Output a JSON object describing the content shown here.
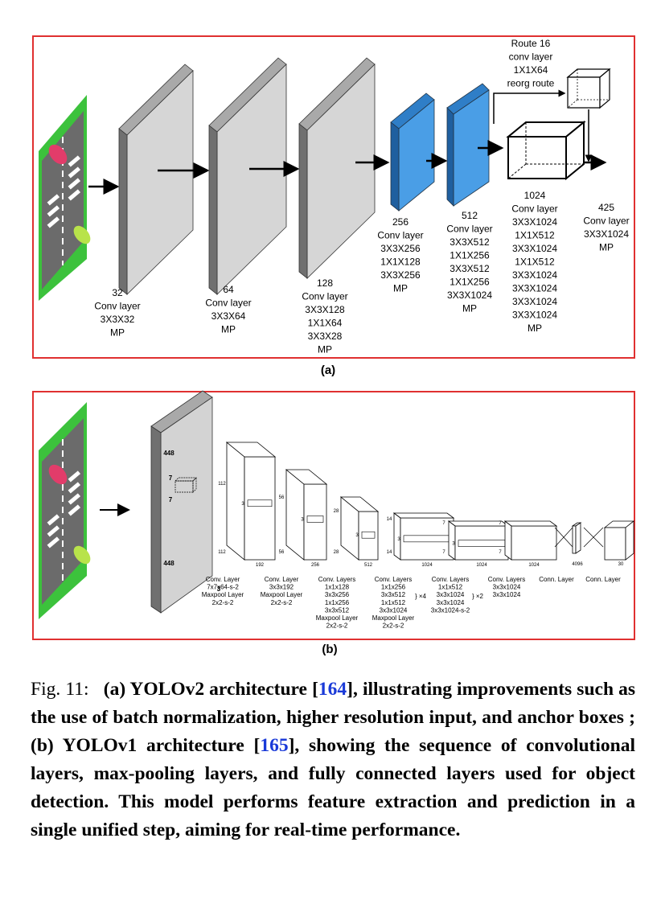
{
  "panel_a": {
    "label": "(a)",
    "layers": [
      {
        "lines": [
          "32",
          "Conv layer",
          "3X3X32",
          "MP"
        ]
      },
      {
        "lines": [
          "64",
          "Conv layer",
          "3X3X64",
          "MP"
        ]
      },
      {
        "lines": [
          "128",
          "Conv layer",
          "3X3X128",
          "1X1X64",
          "3X3X28",
          "MP"
        ]
      },
      {
        "lines": [
          "256",
          "Conv layer",
          "3X3X256",
          "1X1X128",
          "3X3X256",
          "MP"
        ]
      },
      {
        "lines": [
          "512",
          "Conv layer",
          "3X3X512",
          "1X1X256",
          "3X3X512",
          "1X1X256",
          "3X3X1024",
          "MP"
        ]
      },
      {
        "lines": [
          "1024",
          "Conv layer",
          "3X3X1024",
          "1X1X512",
          "3X3X1024",
          "1X1X512",
          "3X3X1024",
          "3X3X1024",
          "3X3X1024",
          "3X3X1024",
          "MP"
        ]
      },
      {
        "lines": [
          "425",
          "Conv layer",
          "3X3X1024",
          "MP"
        ]
      }
    ],
    "route": {
      "lines": [
        "Route 16",
        "conv layer",
        "1X1X64",
        "reorg route"
      ]
    }
  },
  "panel_b": {
    "label": "(b)",
    "input_dims": {
      "top": "448",
      "bottom": "448",
      "depth": "3",
      "kernel_a": "7",
      "kernel_b": "7"
    },
    "blocks": [
      {
        "h": "112",
        "w": "192",
        "k": "3"
      },
      {
        "h": "56",
        "w": "256",
        "k": "3"
      },
      {
        "h": "28",
        "w": "512",
        "k": "3"
      },
      {
        "h": "14",
        "w": "1024",
        "k": "3"
      },
      {
        "h": "7",
        "w": "1024",
        "k": "3"
      },
      {
        "h": "7",
        "w": "1024",
        "k": ""
      }
    ],
    "fc": [
      {
        "w": "4096"
      },
      {
        "w": "30"
      }
    ],
    "layer_labels": [
      {
        "lines": [
          "Conv. Layer",
          "7x7x64-s-2",
          "Maxpool Layer",
          "2x2-s-2"
        ]
      },
      {
        "lines": [
          "Conv. Layer",
          "3x3x192",
          "Maxpool Layer",
          "2x2-s-2"
        ]
      },
      {
        "lines": [
          "Conv. Layers",
          "1x1x128",
          "3x3x256",
          "1x1x256",
          "3x3x512",
          "Maxpool Layer",
          "2x2-s-2"
        ]
      },
      {
        "lines": [
          "Conv. Layers",
          "1x1x256",
          "3x3x512",
          "1x1x512",
          "3x3x1024",
          "Maxpool Layer",
          "2x2-s-2"
        ],
        "repeat": "×4"
      },
      {
        "lines": [
          "Conv. Layers",
          "1x1x512",
          "3x3x1024",
          "3x3x1024",
          "3x3x1024-s-2"
        ],
        "repeat": "×2"
      },
      {
        "lines": [
          "Conv. Layers",
          "3x3x1024",
          "3x3x1024"
        ]
      },
      {
        "lines": [
          "Conn. Layer"
        ]
      },
      {
        "lines": [
          "Conn. Layer"
        ]
      }
    ]
  },
  "caption": {
    "fig": "Fig. 11:",
    "part_a": "(a) YOLOv2 architecture [",
    "ref_a": "164",
    "part_b": "], illustrating improvements such as the use of batch normalization, higher resolution input, and anchor boxes ; (b) YOLOv1 architecture [",
    "ref_b": "165",
    "part_c": "], showing the sequence of convolutional layers, max-pooling layers, and fully connected layers used for object detection. This model performs feature extraction and prediction in a single unified step, aiming for real-time performance."
  },
  "colors": {
    "frame": "#e03030",
    "gray_layer": "#d3d3d3",
    "blue_layer": "#3d94dd",
    "grass": "#3cc23c",
    "ref": "#1a3ad8"
  }
}
